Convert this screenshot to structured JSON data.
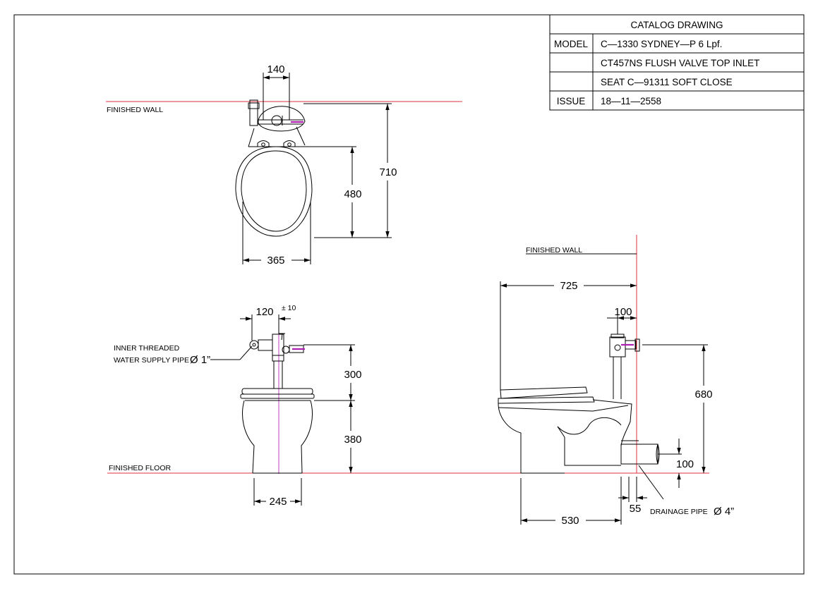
{
  "title_block": {
    "header": "CATALOG DRAWING",
    "rows": [
      {
        "label": "MODEL",
        "value": "C—1330 SYDNEY—P 6 Lpf."
      },
      {
        "label": "",
        "value": "CT457NS FLUSH VALVE TOP INLET"
      },
      {
        "label": "",
        "value": "SEAT C—91311 SOFT CLOSE"
      },
      {
        "label": "ISSUE",
        "value": "18—11—2558"
      }
    ]
  },
  "labels": {
    "finished_wall_top": "FINISHED WALL",
    "finished_wall_side": "FINISHED WALL",
    "finished_floor": "FINISHED FLOOR",
    "inner_threaded_1": "INNER THREADED",
    "inner_threaded_2": "WATER SUPPLY PIPE",
    "inner_threaded_size": "Ø 1”",
    "drainage": "DRAINAGE PIPE",
    "drainage_size": "Ø 4”"
  },
  "dimensions": {
    "top_140": "140",
    "top_710": "710",
    "top_480": "480",
    "top_365": "365",
    "front_120": "120",
    "front_tol": "± 10",
    "front_300": "300",
    "front_380": "380",
    "front_245": "245",
    "side_725": "725",
    "side_100_top": "100",
    "side_680": "680",
    "side_100_floor": "100",
    "side_530": "530",
    "side_55": "55"
  },
  "colors": {
    "reference_line": "#e03040",
    "pipe": "#b020b0",
    "line": "#000000"
  }
}
